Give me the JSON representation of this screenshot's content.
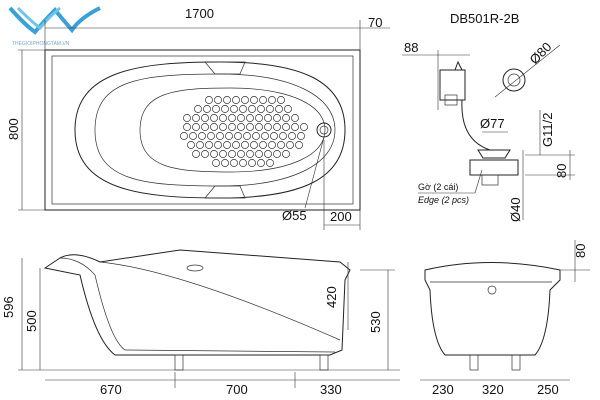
{
  "logo": {
    "text": "THEGIOIPHONGTAM.VN",
    "colors": [
      "#3aa0d8",
      "#6cc6ea"
    ]
  },
  "model": "DB501R-2B",
  "top_view": {
    "length": "1700",
    "edge": "70",
    "width": "800",
    "drain_dia": "Ø55",
    "drain_offset": "200"
  },
  "side_view": {
    "height_total": "596",
    "height_body": "500",
    "depth": "420",
    "height_end": "530",
    "seg1": "670",
    "seg2": "700",
    "seg3": "330"
  },
  "end_view": {
    "rim": "80",
    "seg1": "230",
    "seg2": "320",
    "seg3": "250"
  },
  "drain_detail": {
    "offset": "88",
    "cap_dia": "Ø80",
    "plug_dia": "Ø77",
    "thread": "G11/2",
    "height": "80",
    "pipe_dia": "Ø40",
    "edge_vi": "Gờ (2 cái)",
    "edge_en": "Edge (2 pcs)"
  }
}
